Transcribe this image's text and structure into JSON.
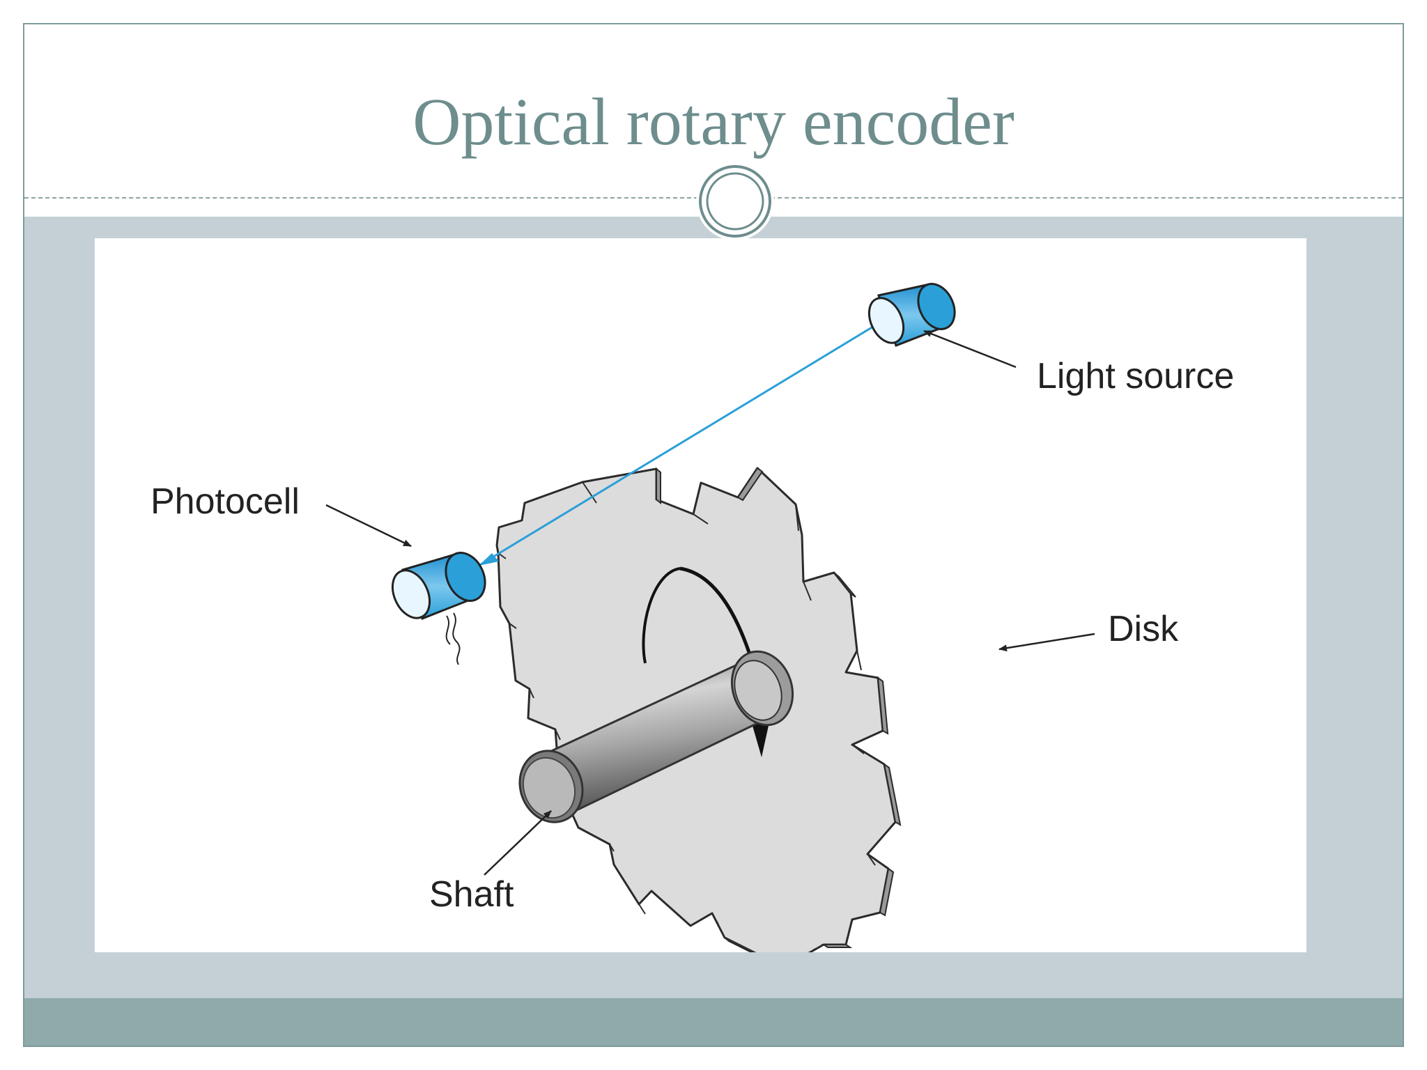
{
  "slide": {
    "title": "Optical rotary encoder"
  },
  "diagram": {
    "labels": {
      "light_source": "Light source",
      "photocell": "Photocell",
      "disk": "Disk",
      "shaft": "Shaft"
    },
    "colors": {
      "sensor_blue": "#2a9fd8",
      "disk_gray": "#dedede",
      "shaft_gray": "#8a8a8a"
    }
  }
}
